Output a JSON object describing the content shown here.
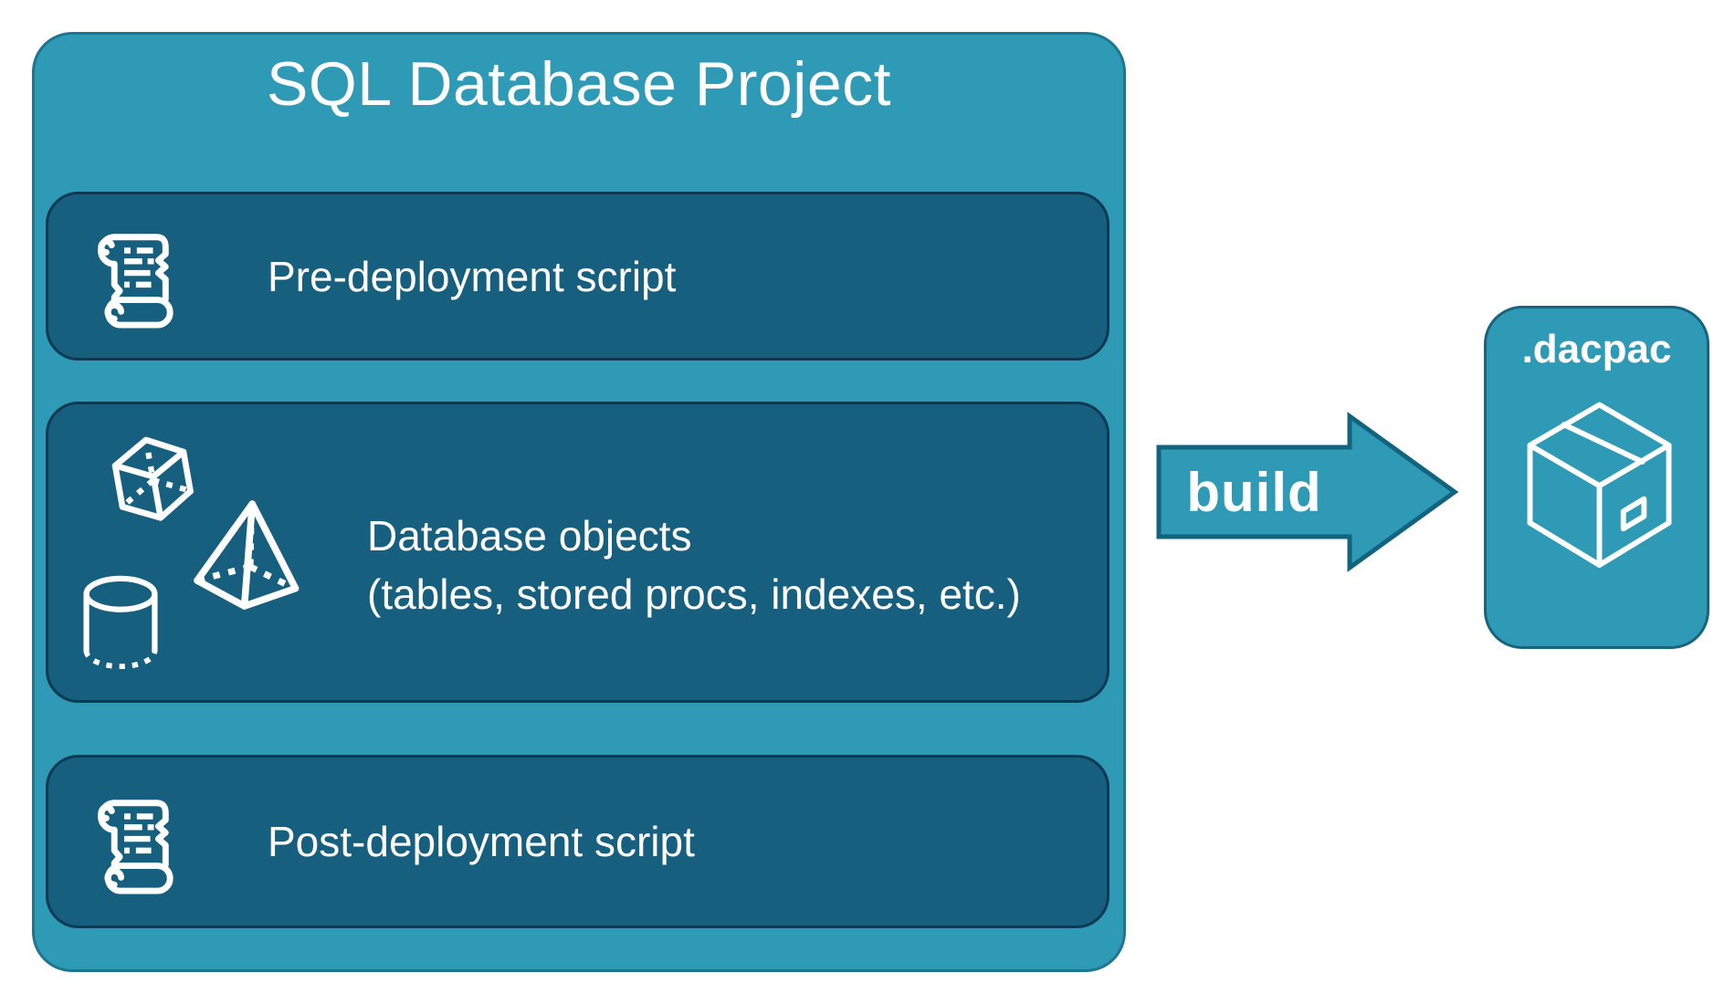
{
  "project": {
    "title": "SQL Database Project",
    "boxes": {
      "pre": {
        "label": "Pre-deployment script",
        "icon": "scroll-icon"
      },
      "objects": {
        "line1": "Database objects",
        "line2": "(tables, stored procs, indexes, etc.)",
        "icons": [
          "cube-icon",
          "pyramid-icon",
          "cylinder-icon"
        ]
      },
      "post": {
        "label": "Post-deployment script",
        "icon": "scroll-icon"
      }
    }
  },
  "arrow": {
    "label": "build"
  },
  "artifact": {
    "label": ".dacpac",
    "icon": "package-icon"
  },
  "colors": {
    "surface_teal": "#2E9AB6",
    "surface_border": "#1E7590",
    "panel_teal": "#175F7F",
    "panel_border": "#0C3A52",
    "arrow_border": "#11637E",
    "text": "#FFFFFF",
    "background": "#FFFFFF"
  }
}
